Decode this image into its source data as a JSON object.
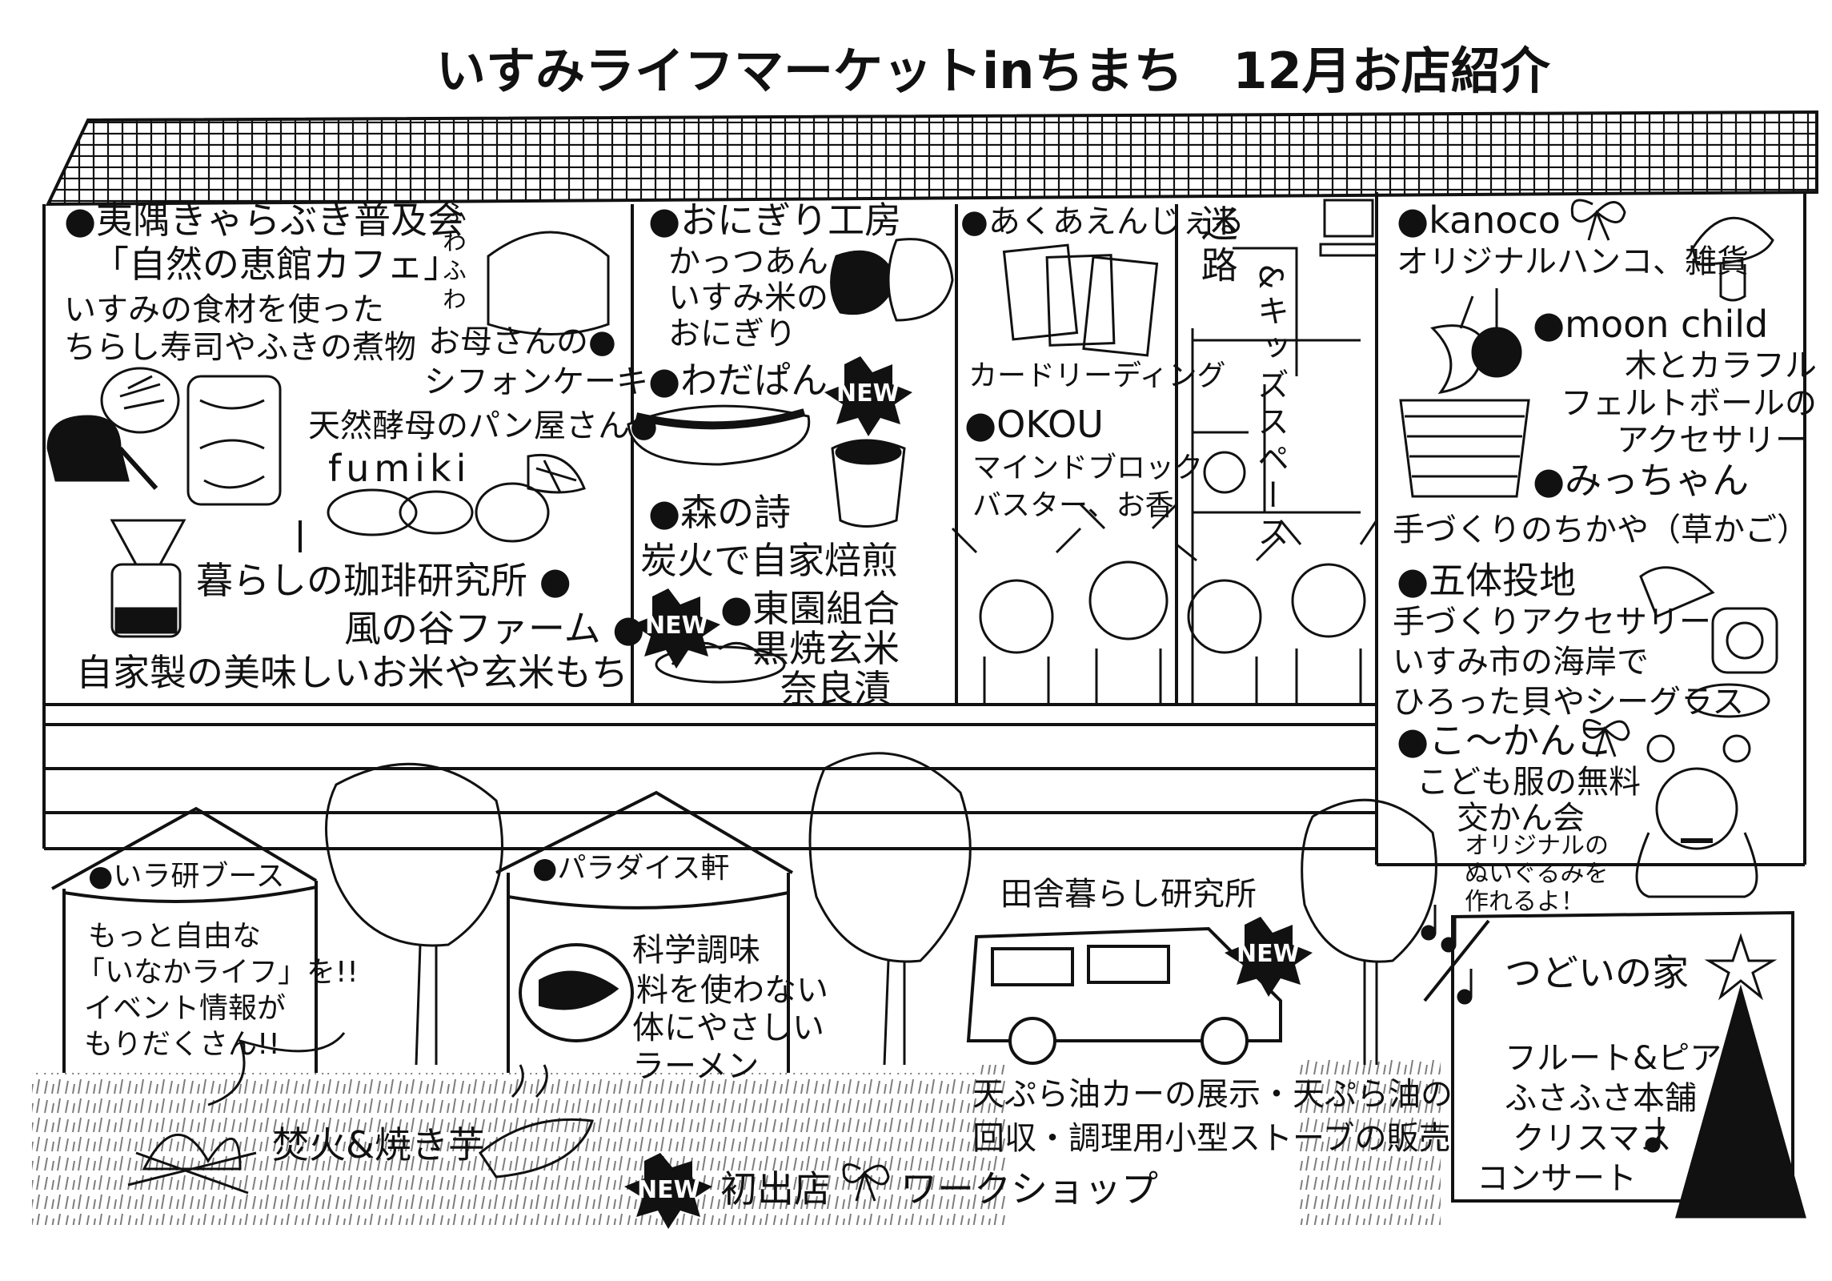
{
  "title": "いすみライフマーケットinちまち　12月お店紹介",
  "stalls": {
    "kyaraboki": {
      "name": "●夷隅きゃらぶき普及会",
      "sub": "「自然の恵館カフェ」",
      "desc1": "いすみの食材を使った",
      "desc2": "ちらし寿司やふきの煮物"
    },
    "chiffon": {
      "fuwa": "ふわふわ",
      "line1": "お母さんの●",
      "line2": "シフォンケーキ"
    },
    "fumiki": {
      "line1": "天然酵母のパン屋さん●",
      "name": "fumiki"
    },
    "coffee": {
      "name": "暮らしの珈琲研究所 ●",
      "farm": "風の谷ファーム ●",
      "desc": "自家製の美味しいお米や玄米もち"
    },
    "onigiri": {
      "name": "●おにぎり工房",
      "sub1": "かっつあん",
      "sub2": "いすみ米の",
      "sub3": "おにぎり"
    },
    "wadapan": {
      "name": "●わだぱん"
    },
    "morinouta": {
      "name": "●森の詩",
      "desc": "炭火で自家焙煎"
    },
    "touen": {
      "name": "●東園組合",
      "desc1": "黒焼玄米",
      "desc2": "奈良漬"
    },
    "akuaen": {
      "name": "●あくあえんじぇる",
      "desc": "カードリーディング"
    },
    "okou": {
      "name": "●OKOU",
      "desc1": "マインドブロック",
      "desc2": "バスター、お香"
    },
    "kids": {
      "meiro": "迷路",
      "space": "&キッズスペース"
    },
    "kanoco": {
      "name": "●kanoco",
      "desc": "オリジナルハンコ、雑貨"
    },
    "moonchild": {
      "name": "●moon child",
      "desc1": "木とカラフル",
      "desc2": "フェルトボールの",
      "desc3": "アクセサリー"
    },
    "micchan": {
      "name": "●みっちゃん",
      "desc": "手づくりのちかや（草かご）"
    },
    "gotai": {
      "name": "●五体投地",
      "desc1": "手づくりアクセサリー",
      "desc2": "いすみ市の海岸で",
      "desc3": "ひろった貝やシーグラス"
    },
    "kokan": {
      "name": "●こ～かんこ",
      "desc1": "こども服の無料",
      "desc2": "交かん会",
      "desc3": "オリジナルの",
      "desc4": "ぬいぐるみを",
      "desc5": "作れるよ！"
    },
    "irarabo": {
      "name": "●いラ研ブース",
      "desc1": "もっと自由な",
      "desc2": "「いなかライフ」を!!",
      "desc3": "イベント情報が",
      "desc4": "もりだくさん!!"
    },
    "paradise": {
      "name": "●パラダイス軒",
      "desc1": "科学調味",
      "desc2": "料を使わない",
      "desc3": "体にやさしい",
      "desc4": "ラーメン"
    },
    "inaka": {
      "name": "田舎暮らし研究所",
      "desc1": "天ぷら油カーの展示・天ぷら油の",
      "desc2": "回収・調理用小型ストーブの販売"
    },
    "tsudoi": {
      "name": "つどいの家",
      "desc1": "フルート&ピアノ",
      "desc2": "ふさふさ本舗",
      "desc3": "クリスマス",
      "desc4": "コンサート"
    },
    "takibi": {
      "label": "焚火&焼き芋"
    }
  },
  "legend": {
    "new_label": "初出店",
    "ribbon_label": "ワークショップ"
  },
  "badge": {
    "new": "NEW"
  }
}
